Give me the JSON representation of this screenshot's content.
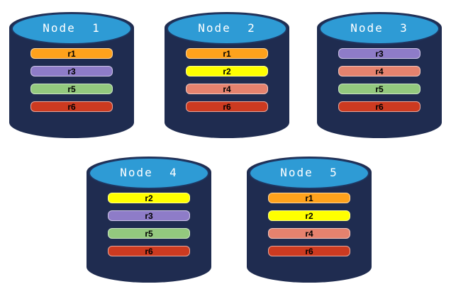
{
  "colors": {
    "cylinder_body": "#1F2C50",
    "cylinder_lid": "#2E9BD5",
    "lid_border": "#1F3864",
    "title_text": "#FFFFFF",
    "bar_text": "#000000",
    "partition_r1": "#FFA21C",
    "partition_r2": "#FFFF00",
    "partition_r3": "#8E7CC8",
    "partition_r4": "#E5826E",
    "partition_r5": "#93C97E",
    "partition_r6": "#CC3A20"
  },
  "nodes": [
    {
      "title": "Node  1",
      "partitions": [
        {
          "label": "r1",
          "color": "#FFA21C"
        },
        {
          "label": "r3",
          "color": "#8E7CC8"
        },
        {
          "label": "r5",
          "color": "#93C97E"
        },
        {
          "label": "r6",
          "color": "#CC3A20"
        }
      ]
    },
    {
      "title": "Node  2",
      "partitions": [
        {
          "label": "r1",
          "color": "#FFA21C"
        },
        {
          "label": "r2",
          "color": "#FFFF00"
        },
        {
          "label": "r4",
          "color": "#E5826E"
        },
        {
          "label": "r6",
          "color": "#CC3A20"
        }
      ]
    },
    {
      "title": "Node  3",
      "partitions": [
        {
          "label": "r3",
          "color": "#8E7CC8"
        },
        {
          "label": "r4",
          "color": "#E5826E"
        },
        {
          "label": "r5",
          "color": "#93C97E"
        },
        {
          "label": "r6",
          "color": "#CC3A20"
        }
      ]
    },
    {
      "title": "Node  4",
      "partitions": [
        {
          "label": "r2",
          "color": "#FFFF00"
        },
        {
          "label": "r3",
          "color": "#8E7CC8"
        },
        {
          "label": "r5",
          "color": "#93C97E"
        },
        {
          "label": "r6",
          "color": "#CC3A20"
        }
      ]
    },
    {
      "title": "Node  5",
      "partitions": [
        {
          "label": "r1",
          "color": "#FFA21C"
        },
        {
          "label": "r2",
          "color": "#FFFF00"
        },
        {
          "label": "r4",
          "color": "#E5826E"
        },
        {
          "label": "r6",
          "color": "#CC3A20"
        }
      ]
    }
  ]
}
